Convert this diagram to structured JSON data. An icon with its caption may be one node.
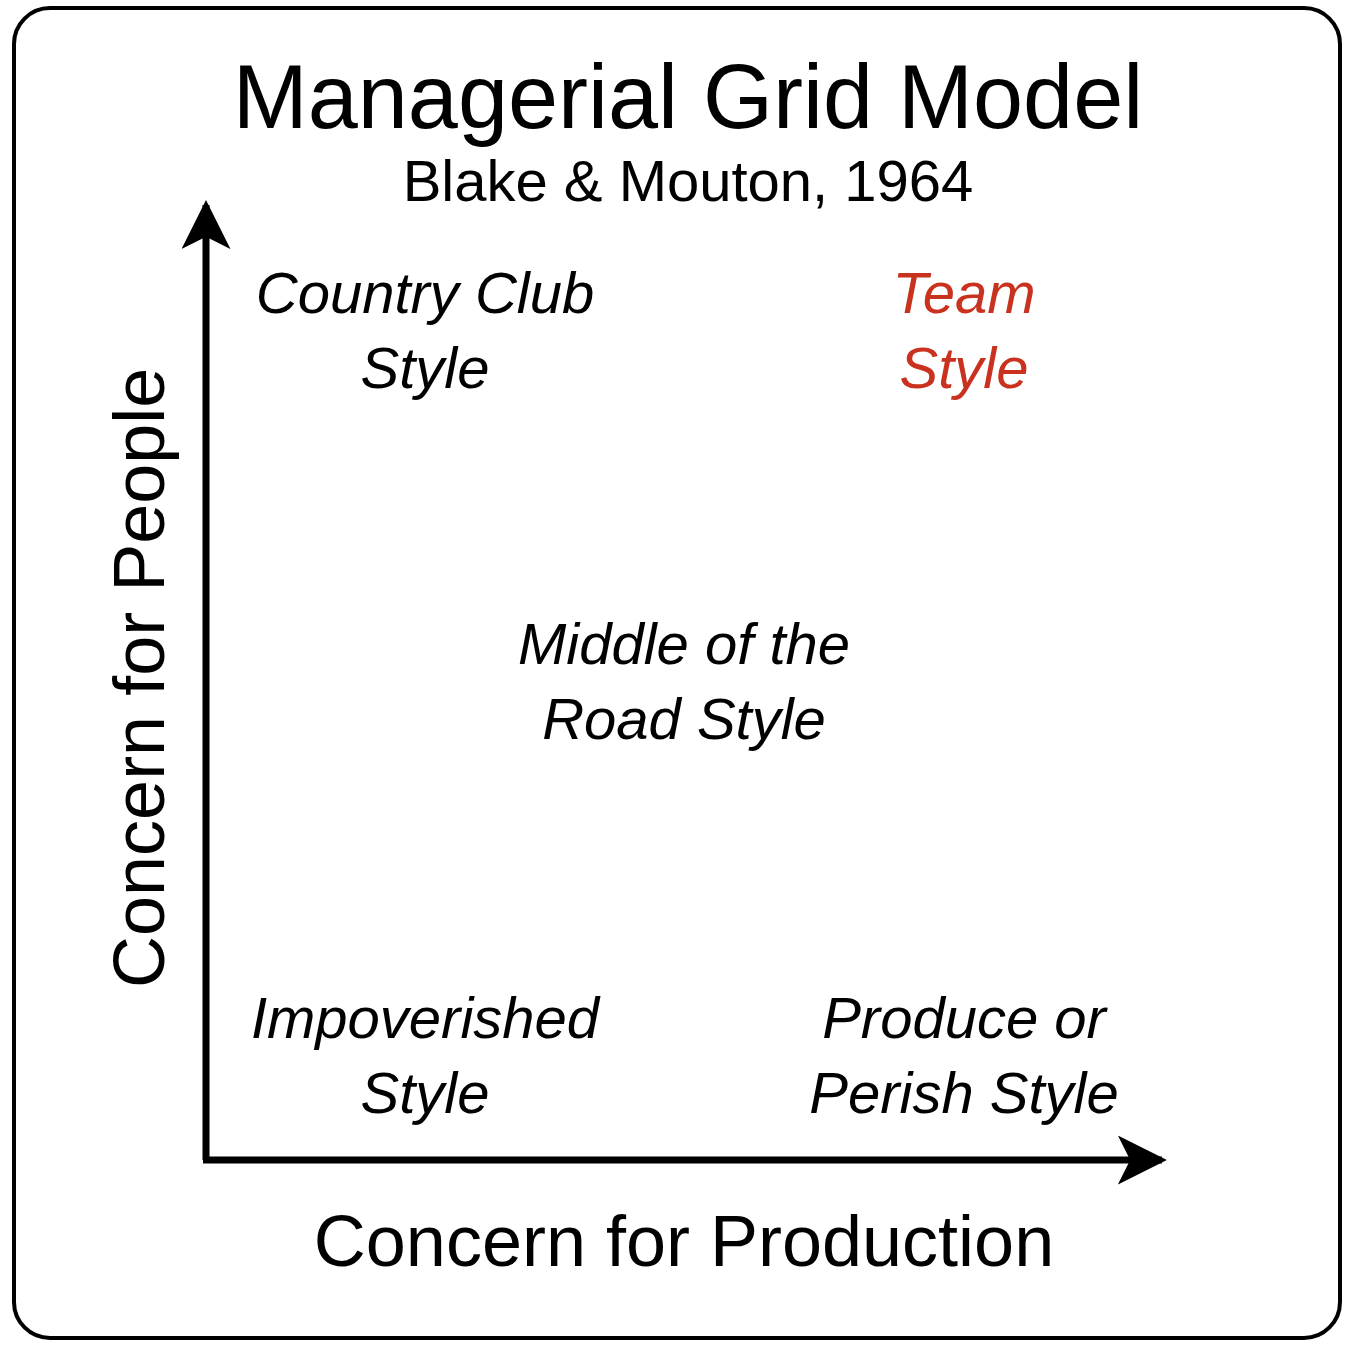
{
  "diagram": {
    "title": "Managerial Grid Model",
    "labels": [
      "Blake & Mouton, 1964",
      "Country Club Style",
      "Team Style",
      "Middle of the Road Style",
      "Impoverished Style",
      "Produce or Perish Style",
      "Concern for People",
      "Concern for Production"
    ]
  }
}
